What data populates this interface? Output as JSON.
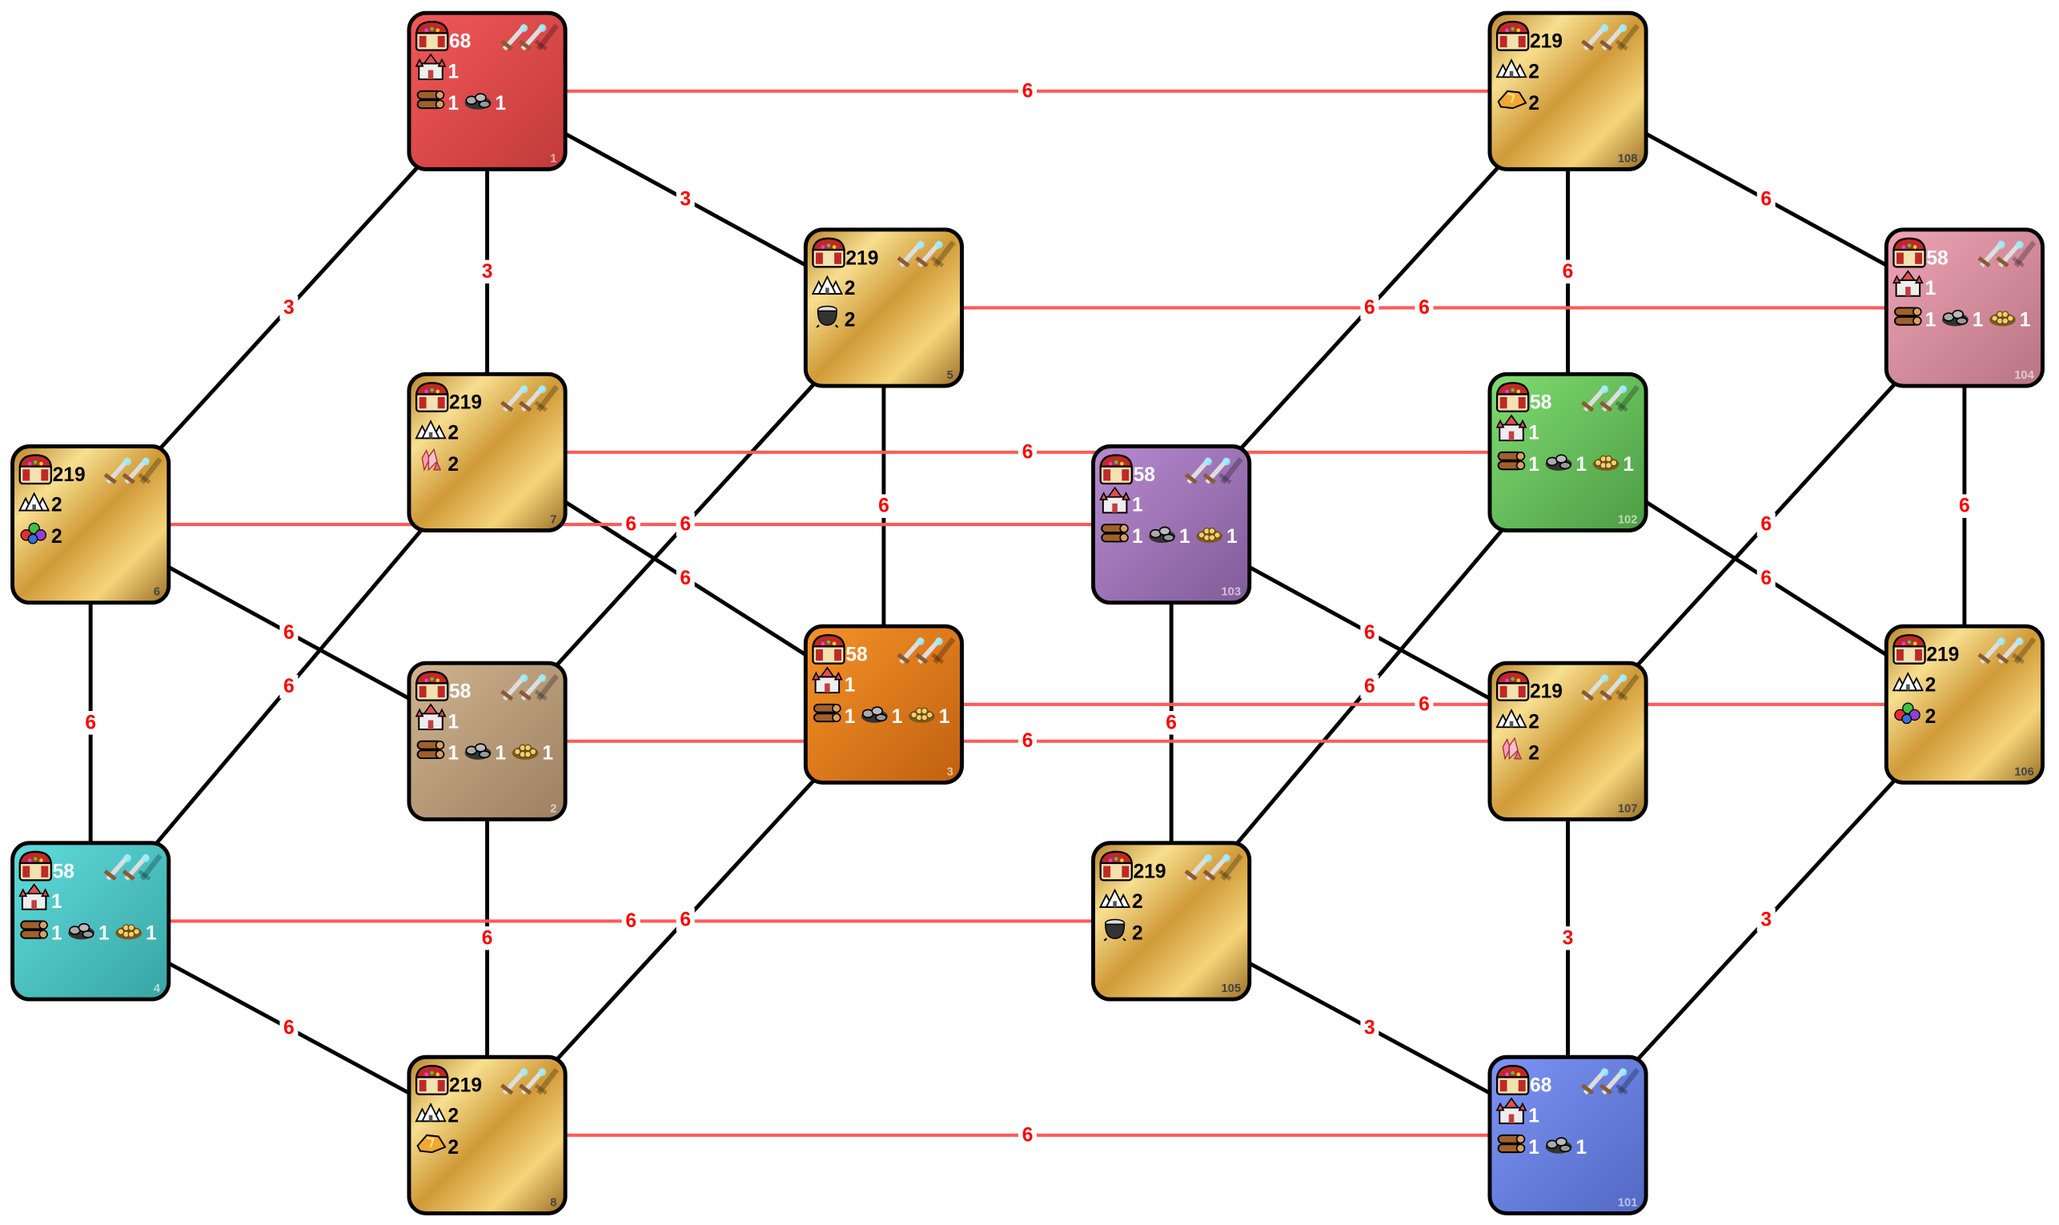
{
  "colors": {
    "gold": [
      "#b8842a",
      "#f7df90",
      "#d09a38",
      "#f5d47a",
      "#9a6e24"
    ],
    "red": [
      "#f25858",
      "#c23a3a"
    ],
    "pink": [
      "#eea4b4",
      "#b87484"
    ],
    "green": [
      "#80dc70",
      "#4c9c44"
    ],
    "purple": [
      "#b88ad0",
      "#805c98"
    ],
    "tan": [
      "#d0b490",
      "#9c8060"
    ],
    "orange": [
      "#f69228",
      "#c06010"
    ],
    "cyan": [
      "#60dcdc",
      "#38a4a4"
    ],
    "blue": [
      "#7c94f4",
      "#5268c4"
    ],
    "edge_normal": "#000000",
    "edge_red": "#ff5a5a",
    "label": "#ff0000"
  },
  "nodes": [
    {
      "id": "1",
      "color": "red",
      "gold": "68",
      "buildings": "1",
      "building_icon": "castle-icon",
      "resources": [
        {
          "icon": "wood-icon",
          "count": "1"
        },
        {
          "icon": "stone-icon",
          "count": "1"
        }
      ]
    },
    {
      "id": "108",
      "color": "gold",
      "gold": "219",
      "buildings": "2",
      "building_icon": "tents-icon",
      "resources": [
        {
          "icon": "ore-icon",
          "count": "2"
        }
      ]
    },
    {
      "id": "5",
      "color": "gold",
      "gold": "219",
      "buildings": "2",
      "building_icon": "tents-icon",
      "resources": [
        {
          "icon": "cauldron-icon",
          "count": "2"
        }
      ]
    },
    {
      "id": "104",
      "color": "pink",
      "gold": "58",
      "buildings": "1",
      "building_icon": "castle-icon",
      "resources": [
        {
          "icon": "wood-icon",
          "count": "1"
        },
        {
          "icon": "stone-icon",
          "count": "1"
        },
        {
          "icon": "grain-icon",
          "count": "1"
        }
      ]
    },
    {
      "id": "7",
      "color": "gold",
      "gold": "219",
      "buildings": "2",
      "building_icon": "tents-icon",
      "resources": [
        {
          "icon": "crystal-icon",
          "count": "2"
        }
      ]
    },
    {
      "id": "102",
      "color": "green",
      "gold": "58",
      "buildings": "1",
      "building_icon": "castle-icon",
      "resources": [
        {
          "icon": "wood-icon",
          "count": "1"
        },
        {
          "icon": "stone-icon",
          "count": "1"
        },
        {
          "icon": "grain-icon",
          "count": "1"
        }
      ]
    },
    {
      "id": "6",
      "color": "gold",
      "gold": "219",
      "buildings": "2",
      "building_icon": "tents-icon",
      "resources": [
        {
          "icon": "gems-icon",
          "count": "2"
        }
      ]
    },
    {
      "id": "103",
      "color": "purple",
      "gold": "58",
      "buildings": "1",
      "building_icon": "castle-icon",
      "resources": [
        {
          "icon": "wood-icon",
          "count": "1"
        },
        {
          "icon": "stone-icon",
          "count": "1"
        },
        {
          "icon": "grain-icon",
          "count": "1"
        }
      ]
    },
    {
      "id": "2",
      "color": "tan",
      "gold": "58",
      "buildings": "1",
      "building_icon": "castle-icon",
      "resources": [
        {
          "icon": "wood-icon",
          "count": "1"
        },
        {
          "icon": "stone-icon",
          "count": "1"
        },
        {
          "icon": "grain-icon",
          "count": "1"
        }
      ]
    },
    {
      "id": "3",
      "color": "orange",
      "gold": "58",
      "buildings": "1",
      "building_icon": "castle-icon",
      "resources": [
        {
          "icon": "wood-icon",
          "count": "1"
        },
        {
          "icon": "stone-icon",
          "count": "1"
        },
        {
          "icon": "grain-icon",
          "count": "1"
        }
      ]
    },
    {
      "id": "107",
      "color": "gold",
      "gold": "219",
      "buildings": "2",
      "building_icon": "tents-icon",
      "resources": [
        {
          "icon": "crystal-icon",
          "count": "2"
        }
      ]
    },
    {
      "id": "106",
      "color": "gold",
      "gold": "219",
      "buildings": "2",
      "building_icon": "tents-icon",
      "resources": [
        {
          "icon": "gems-icon",
          "count": "2"
        }
      ]
    },
    {
      "id": "4",
      "color": "cyan",
      "gold": "58",
      "buildings": "1",
      "building_icon": "castle-icon",
      "resources": [
        {
          "icon": "wood-icon",
          "count": "1"
        },
        {
          "icon": "stone-icon",
          "count": "1"
        },
        {
          "icon": "grain-icon",
          "count": "1"
        }
      ]
    },
    {
      "id": "105",
      "color": "gold",
      "gold": "219",
      "buildings": "2",
      "building_icon": "tents-icon",
      "resources": [
        {
          "icon": "cauldron-icon",
          "count": "2"
        }
      ]
    },
    {
      "id": "8",
      "color": "gold",
      "gold": "219",
      "buildings": "2",
      "building_icon": "tents-icon",
      "resources": [
        {
          "icon": "ore-icon",
          "count": "2"
        }
      ]
    },
    {
      "id": "101",
      "color": "blue",
      "gold": "68",
      "buildings": "1",
      "building_icon": "castle-icon",
      "resources": [
        {
          "icon": "wood-icon",
          "count": "1"
        },
        {
          "icon": "stone-icon",
          "count": "1"
        }
      ]
    }
  ],
  "edges": [
    {
      "from": "1",
      "to": "6",
      "weight": "3",
      "kind": "normal"
    },
    {
      "from": "1",
      "to": "7",
      "weight": "3",
      "kind": "normal"
    },
    {
      "from": "1",
      "to": "5",
      "weight": "3",
      "kind": "normal"
    },
    {
      "from": "108",
      "to": "103",
      "weight": "6",
      "kind": "normal"
    },
    {
      "from": "108",
      "to": "102",
      "weight": "6",
      "kind": "normal"
    },
    {
      "from": "108",
      "to": "104",
      "weight": "6",
      "kind": "normal"
    },
    {
      "from": "5",
      "to": "2",
      "weight": "6",
      "kind": "normal"
    },
    {
      "from": "5",
      "to": "3",
      "weight": "6",
      "kind": "normal"
    },
    {
      "from": "7",
      "to": "4",
      "weight": "6",
      "kind": "normal"
    },
    {
      "from": "7",
      "to": "3",
      "weight": "6",
      "kind": "normal"
    },
    {
      "from": "6",
      "to": "2",
      "weight": "6",
      "kind": "normal"
    },
    {
      "from": "6",
      "to": "4",
      "weight": "6",
      "kind": "normal"
    },
    {
      "from": "104",
      "to": "107",
      "weight": "6",
      "kind": "normal"
    },
    {
      "from": "104",
      "to": "106",
      "weight": "6",
      "kind": "normal"
    },
    {
      "from": "102",
      "to": "105",
      "weight": "6",
      "kind": "normal"
    },
    {
      "from": "102",
      "to": "106",
      "weight": "6",
      "kind": "normal"
    },
    {
      "from": "103",
      "to": "107",
      "weight": "6",
      "kind": "normal"
    },
    {
      "from": "103",
      "to": "105",
      "weight": "6",
      "kind": "normal"
    },
    {
      "from": "2",
      "to": "8",
      "weight": "6",
      "kind": "normal"
    },
    {
      "from": "3",
      "to": "8",
      "weight": "6",
      "kind": "normal"
    },
    {
      "from": "4",
      "to": "8",
      "weight": "6",
      "kind": "normal"
    },
    {
      "from": "107",
      "to": "101",
      "weight": "3",
      "kind": "normal"
    },
    {
      "from": "106",
      "to": "101",
      "weight": "3",
      "kind": "normal"
    },
    {
      "from": "105",
      "to": "101",
      "weight": "3",
      "kind": "normal"
    },
    {
      "from": "1",
      "to": "108",
      "weight": "6",
      "kind": "red"
    },
    {
      "from": "5",
      "to": "104",
      "weight": "6",
      "kind": "red"
    },
    {
      "from": "7",
      "to": "102",
      "weight": "6",
      "kind": "red"
    },
    {
      "from": "6",
      "to": "103",
      "weight": "6",
      "kind": "red"
    },
    {
      "from": "2",
      "to": "107",
      "weight": "6",
      "kind": "red"
    },
    {
      "from": "3",
      "to": "106",
      "weight": "6",
      "kind": "red"
    },
    {
      "from": "4",
      "to": "105",
      "weight": "6",
      "kind": "red"
    },
    {
      "from": "8",
      "to": "101",
      "weight": "6",
      "kind": "red"
    }
  ]
}
